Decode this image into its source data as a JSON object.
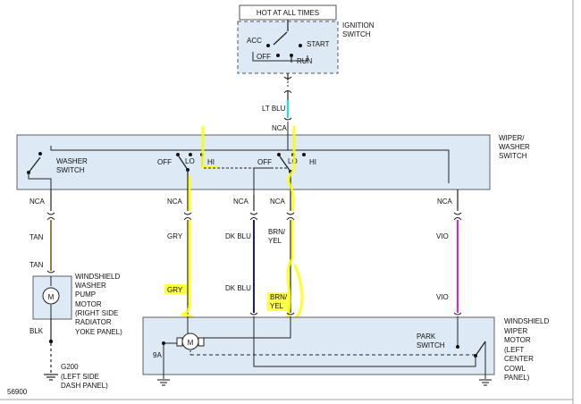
{
  "colors": {
    "panel_fill": "#dde9f4",
    "panel_stroke": "#606060",
    "wire": "#222222",
    "highlight": "#ffff00",
    "lt_blu": "#33d6e6",
    "tan": "#9a7a44",
    "dk_blu": "#1a1a90",
    "vio": "#e020e0",
    "frame": "#a0a0a0"
  },
  "ignition": {
    "header": "HOT AT ALL TIMES",
    "title": [
      "IGNITION",
      "SWITCH"
    ],
    "acc": "ACC",
    "start": "START",
    "off": "OFF",
    "run": "RUN"
  },
  "wiper_switch": {
    "title": [
      "WIPER/",
      "WASHER",
      "SWITCH"
    ],
    "washer_switch": [
      "WASHER",
      "SWITCH"
    ],
    "off_left": "OFF",
    "lo_left": "LO",
    "hi_left": "HI",
    "off_right": "OFF",
    "lo_right": "LO",
    "hi_right": "HI"
  },
  "wires": {
    "lt_blu": "LT BLU",
    "nca_top": "NCA",
    "nca_1": "NCA",
    "nca_2": "NCA",
    "nca_3": "NCA",
    "nca_4": "NCA",
    "nca_5": "NCA",
    "tan_top": "TAN",
    "tan_bottom": "TAN",
    "gry_top": "GRY",
    "gry_bottom": "GRY",
    "dkblu_top": "DK BLU",
    "dkblu_bottom": "DK BLU",
    "brnyel_top": [
      "BRN/",
      "YEL"
    ],
    "brnyel_bottom": [
      "BRN/",
      "YEL"
    ],
    "vio_top": "VIO",
    "vio_bottom": "VIO",
    "blk": "BLK"
  },
  "washer_motor": {
    "motor_symbol": "M",
    "label": [
      "WINDSHIELD",
      "WASHER",
      "PUMP",
      "MOTOR",
      "(RIGHT SIDE",
      "RADIATOR",
      "YOKE PANEL)"
    ]
  },
  "wiper_motor": {
    "motor_symbol": "M",
    "label": [
      "WINDSHIELD",
      "WIPER",
      "MOTOR",
      "(LEFT",
      "CENTER",
      "COWL",
      "PANEL)"
    ],
    "park_switch": [
      "PARK",
      "SWITCH"
    ],
    "fuse": "9A"
  },
  "ground": {
    "label": [
      "G200",
      "(LEFT SIDE",
      "DASH PANEL)"
    ]
  },
  "figure_number": "56900"
}
